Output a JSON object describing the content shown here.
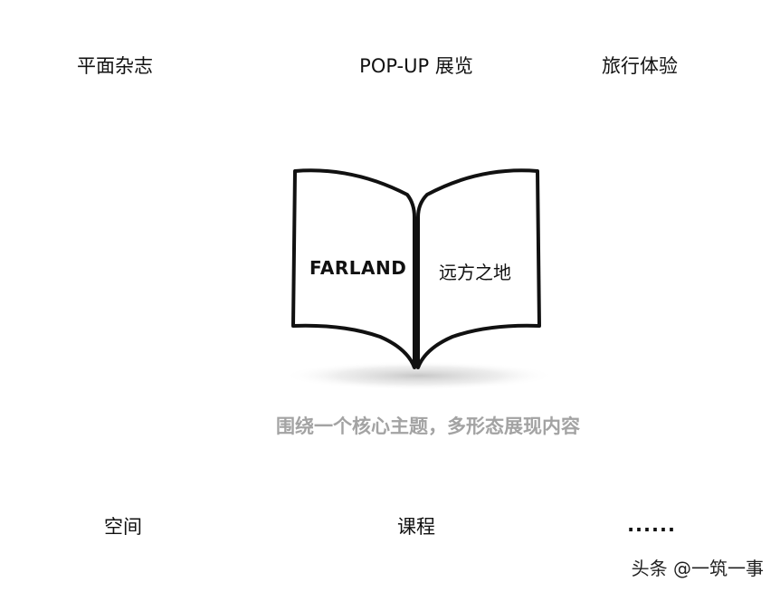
{
  "categories_top": {
    "magazine": "平面杂志",
    "popup": "POP-UP 展览",
    "travel": "旅行体验"
  },
  "categories_bottom": {
    "space": "空间",
    "course": "课程",
    "more": "......"
  },
  "book": {
    "left_page_text": "FARLAND",
    "right_page_text": "远方之地"
  },
  "tagline": "围绕一个核心主题，多形态展现内容",
  "watermark": "头条 @一筑一事",
  "colors": {
    "text": "#111111",
    "tagline": "#a3a3a3",
    "book_stroke": "#111111"
  }
}
